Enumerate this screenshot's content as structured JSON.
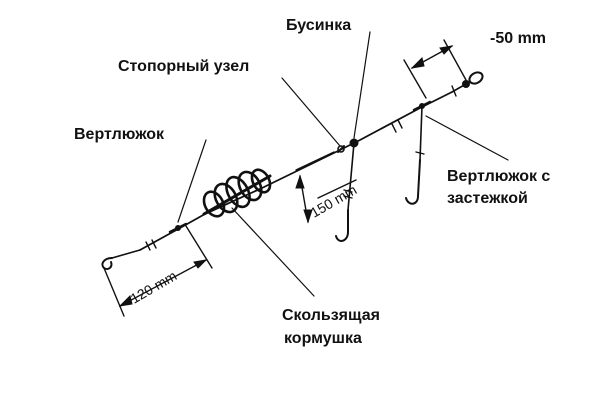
{
  "labels": {
    "bead": "Бусинка",
    "stopper_knot": "Стопорный узел",
    "swivel": "Вертлюжок",
    "swivel_snap_line1": "Вертлюжок с",
    "swivel_snap_line2": "застежкой",
    "sliding_feeder_line1": "Скользящая",
    "sliding_feeder_line2": "кормушка"
  },
  "dimensions": {
    "leader_length": "120 mm",
    "dropper_length": "150 mm",
    "top_distance": "-50 mm"
  },
  "colors": {
    "ink": "#111111",
    "background": "#ffffff"
  }
}
